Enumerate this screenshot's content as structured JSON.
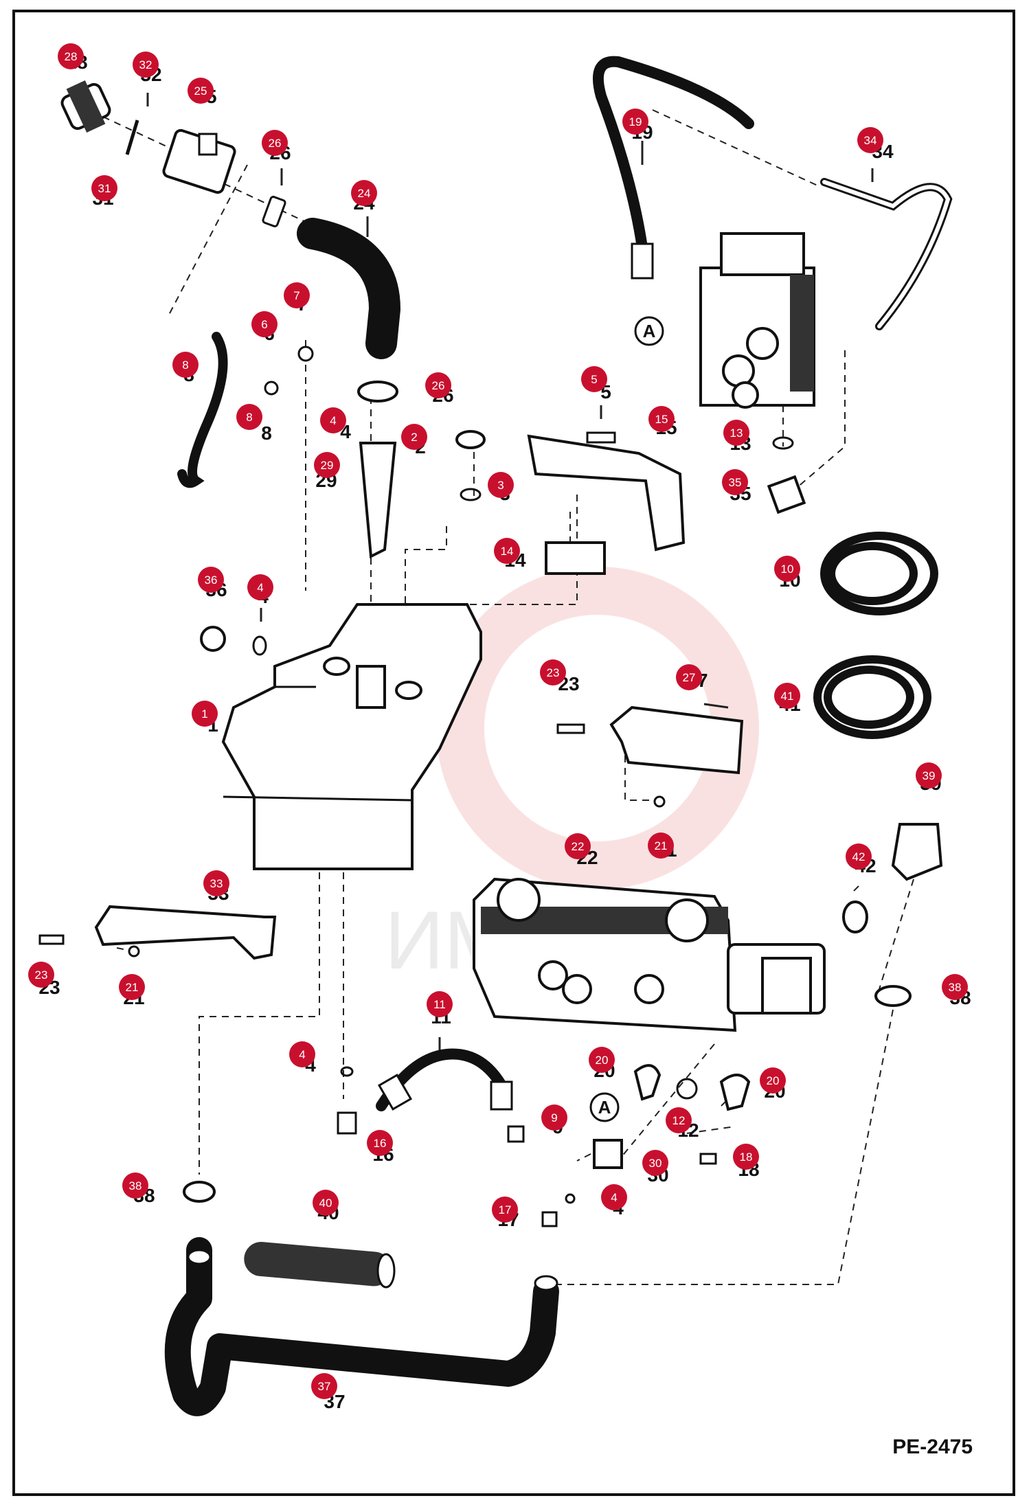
{
  "diagram_code": "PE-2475",
  "watermark": "ИМ",
  "circle_ref_label": "A",
  "badge_color": "#c8102e",
  "part_callouts": [
    {
      "id": "28",
      "label": "28"
    },
    {
      "id": "32",
      "label": "32"
    },
    {
      "id": "25",
      "label": "25"
    },
    {
      "id": "31",
      "label": "31"
    },
    {
      "id": "26a",
      "label": "26"
    },
    {
      "id": "24",
      "label": "24"
    },
    {
      "id": "7",
      "label": "7"
    },
    {
      "id": "6",
      "label": "6"
    },
    {
      "id": "8a",
      "label": "8"
    },
    {
      "id": "8b",
      "label": "8"
    },
    {
      "id": "26b",
      "label": "26"
    },
    {
      "id": "4a",
      "label": "4"
    },
    {
      "id": "2",
      "label": "2"
    },
    {
      "id": "29",
      "label": "29"
    },
    {
      "id": "3",
      "label": "3"
    },
    {
      "id": "5",
      "label": "5"
    },
    {
      "id": "15",
      "label": "15"
    },
    {
      "id": "14",
      "label": "14"
    },
    {
      "id": "19",
      "label": "19"
    },
    {
      "id": "34",
      "label": "34"
    },
    {
      "id": "13",
      "label": "13"
    },
    {
      "id": "35",
      "label": "35"
    },
    {
      "id": "10",
      "label": "10"
    },
    {
      "id": "41",
      "label": "41"
    },
    {
      "id": "36",
      "label": "36"
    },
    {
      "id": "4b",
      "label": "4"
    },
    {
      "id": "1",
      "label": "1"
    },
    {
      "id": "23a",
      "label": "23"
    },
    {
      "id": "27",
      "label": "27"
    },
    {
      "id": "21a",
      "label": "21"
    },
    {
      "id": "39",
      "label": "39"
    },
    {
      "id": "22",
      "label": "22"
    },
    {
      "id": "42",
      "label": "42"
    },
    {
      "id": "33",
      "label": "33"
    },
    {
      "id": "23b",
      "label": "23"
    },
    {
      "id": "21b",
      "label": "21"
    },
    {
      "id": "38a",
      "label": "38"
    },
    {
      "id": "11",
      "label": "11"
    },
    {
      "id": "4c",
      "label": "4"
    },
    {
      "id": "20a",
      "label": "20"
    },
    {
      "id": "20b",
      "label": "20"
    },
    {
      "id": "12",
      "label": "12"
    },
    {
      "id": "9",
      "label": "9"
    },
    {
      "id": "16",
      "label": "16"
    },
    {
      "id": "18",
      "label": "18"
    },
    {
      "id": "30",
      "label": "30"
    },
    {
      "id": "38b",
      "label": "38"
    },
    {
      "id": "17",
      "label": "17"
    },
    {
      "id": "4d",
      "label": "4"
    },
    {
      "id": "40",
      "label": "40"
    },
    {
      "id": "37",
      "label": "37"
    }
  ]
}
